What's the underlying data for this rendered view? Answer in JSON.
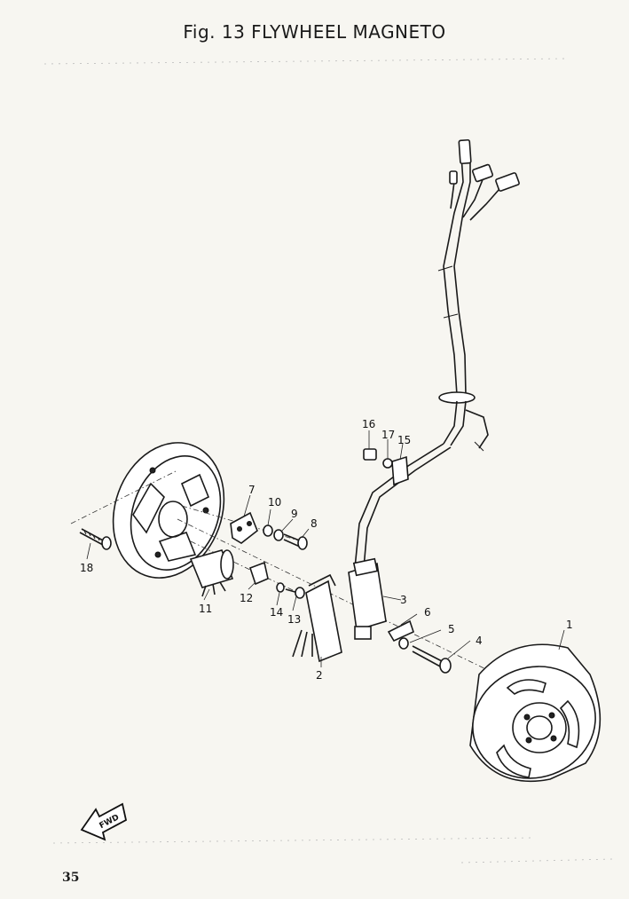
{
  "title": "Fig. 13 FLYWHEEL MAGNETO",
  "page_number": "35",
  "fwd_label": "FWD",
  "callouts": [
    "1",
    "2",
    "3",
    "4",
    "5",
    "6",
    "7",
    "8",
    "9",
    "10",
    "11",
    "12",
    "13",
    "14",
    "15",
    "16",
    "17",
    "18"
  ]
}
